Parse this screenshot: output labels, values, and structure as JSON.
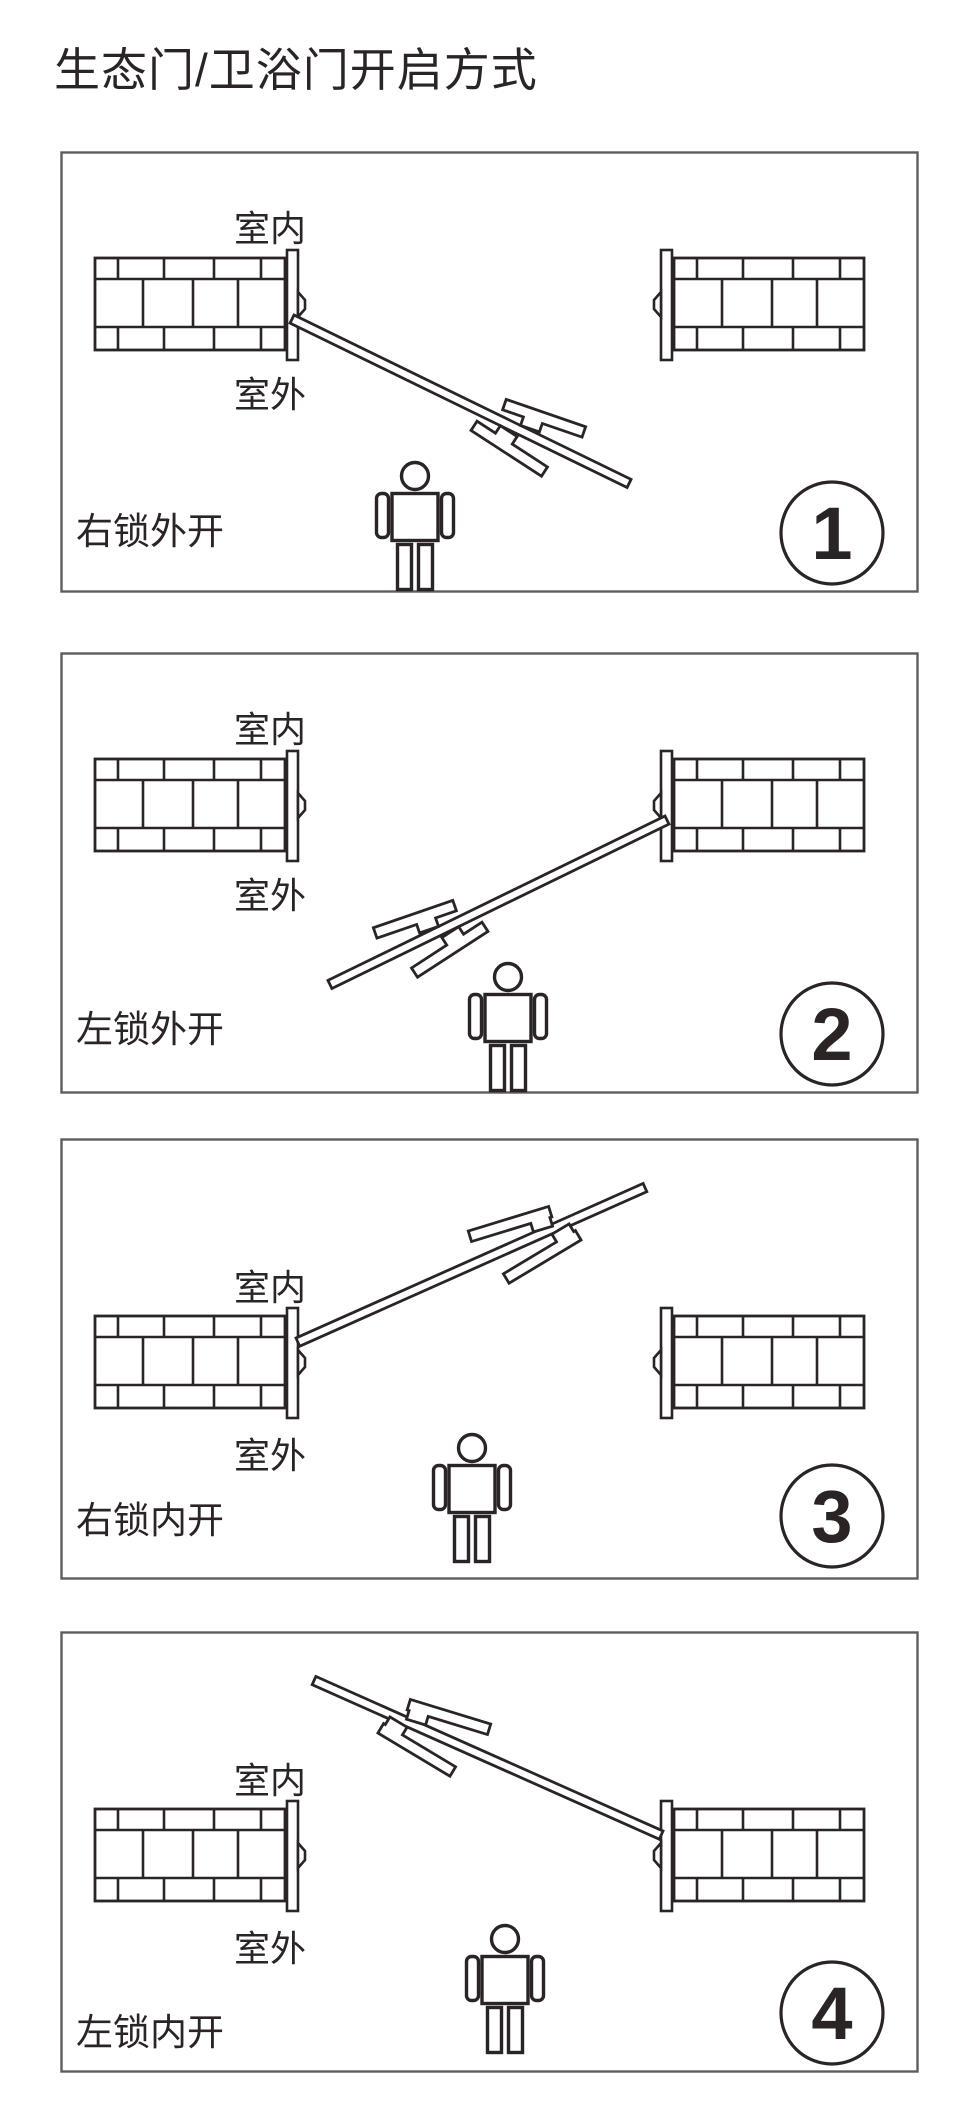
{
  "page": {
    "title": "生态门/卫浴门开启方式",
    "background_color": "#ffffff",
    "line_color": "#2b2425",
    "frame_color": "#5d5d5f"
  },
  "panels": [
    {
      "number": "1",
      "caption": "右锁外开",
      "indoor_label": "室内",
      "outdoor_label": "室外",
      "hinge_side": "left-wall",
      "swing_direction": "outward",
      "figure": "person"
    },
    {
      "number": "2",
      "caption": "左锁外开",
      "indoor_label": "室内",
      "outdoor_label": "室外",
      "hinge_side": "right-wall",
      "swing_direction": "outward",
      "figure": "person"
    },
    {
      "number": "3",
      "caption": "右锁内开",
      "indoor_label": "室内",
      "outdoor_label": "室外",
      "hinge_side": "left-wall",
      "swing_direction": "inward",
      "figure": "person"
    },
    {
      "number": "4",
      "caption": "左锁内开",
      "indoor_label": "室内",
      "outdoor_label": "室外",
      "hinge_side": "right-wall",
      "swing_direction": "inward",
      "figure": "person"
    }
  ]
}
